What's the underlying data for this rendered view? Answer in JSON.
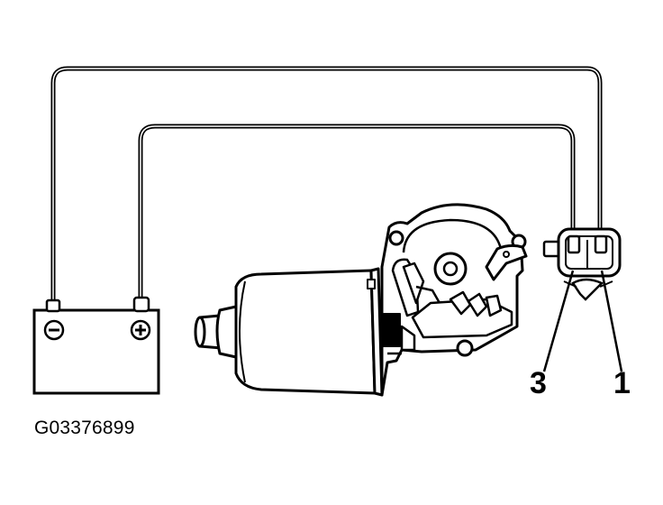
{
  "labels": {
    "battery_negative": "⊖",
    "battery_positive": "⊕",
    "terminal_3": "3",
    "terminal_1": "1",
    "figure_id": "G03376899"
  },
  "colors": {
    "line": "#000000",
    "background": "#ffffff"
  }
}
